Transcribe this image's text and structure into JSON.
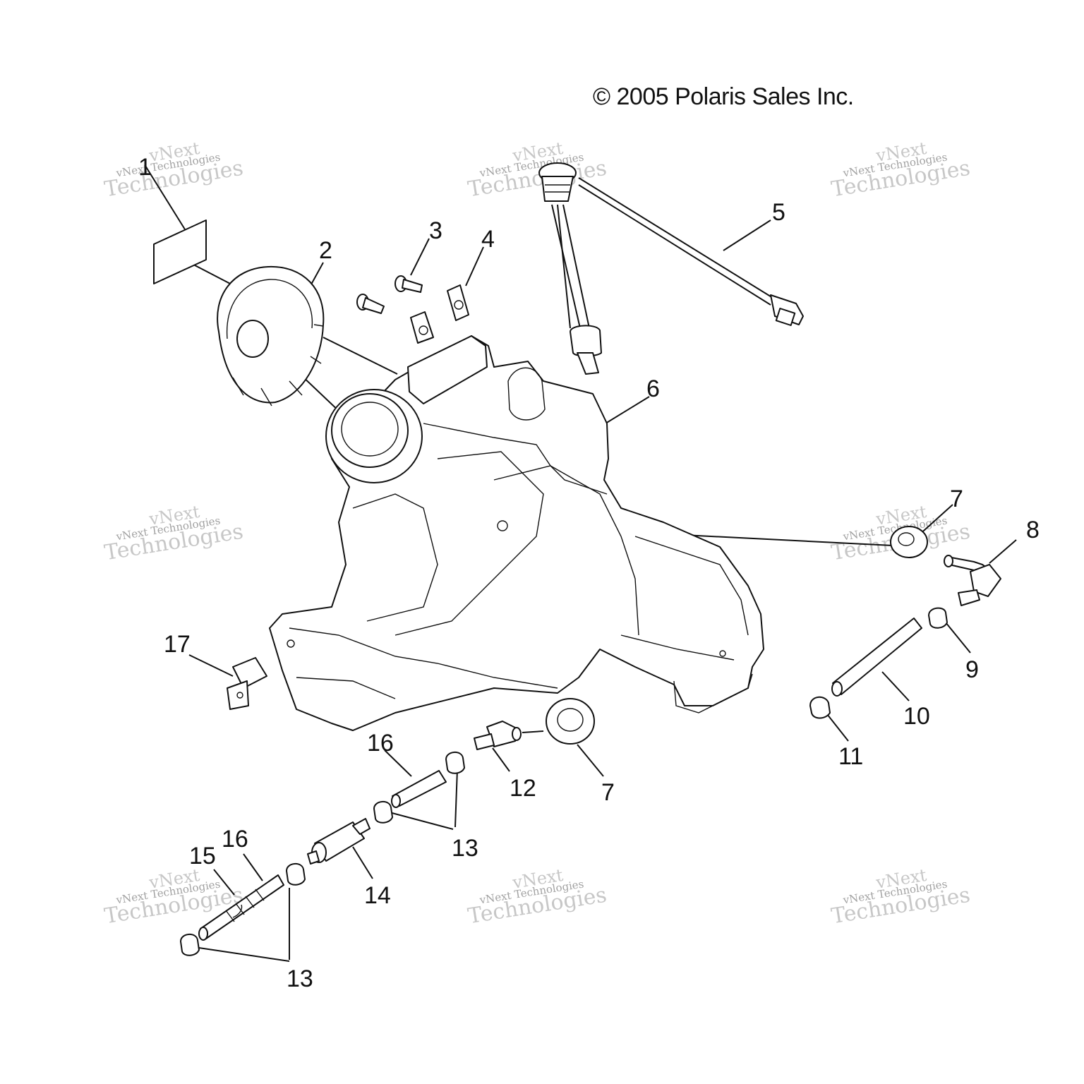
{
  "copyright": "© 2005 Polaris Sales Inc.",
  "watermark": {
    "line1": "vNext",
    "line2": "vNext Technologies",
    "line3": "Technologies"
  },
  "callouts": [
    "1",
    "2",
    "3",
    "4",
    "5",
    "6",
    "7",
    "8",
    "9",
    "10",
    "11",
    "12",
    "7",
    "13",
    "14",
    "15",
    "16",
    "16",
    "13",
    "17"
  ]
}
